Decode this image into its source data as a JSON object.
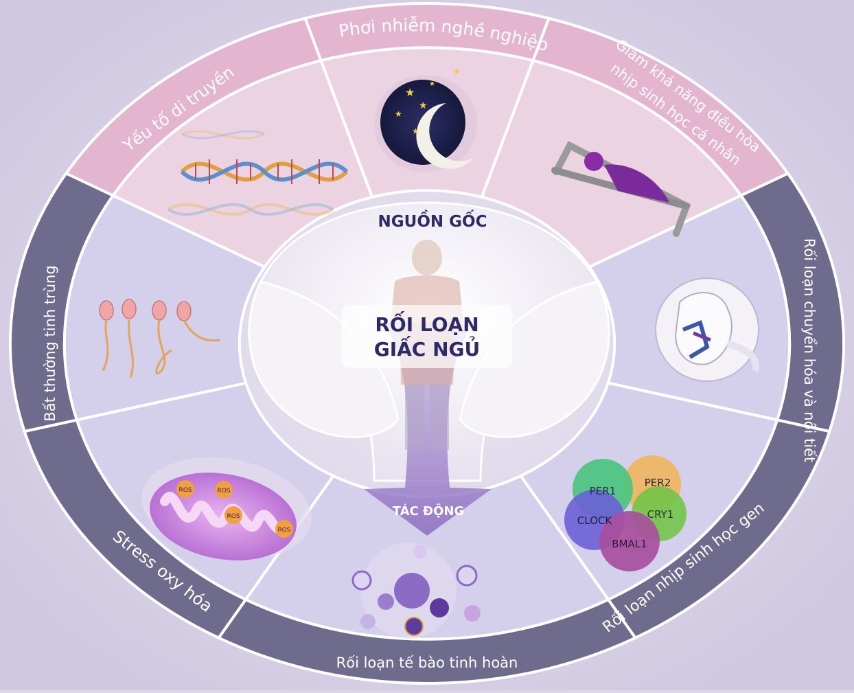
{
  "center": {
    "top_label": "NGUỒN GỐC",
    "title_line1": "RỐI LOẠN",
    "title_line2": "GIẤC NGỦ",
    "bottom_label": "TÁC ĐỘNG"
  },
  "segments": [
    {
      "id": "genetic",
      "label": "Yếu tố di truyền",
      "icon": "dna-icon"
    },
    {
      "id": "occupational",
      "label": "Phơi nhiễm nghề nghiệp",
      "icon": "moon-stars-icon"
    },
    {
      "id": "circadian-personal",
      "label_line1": "Giảm khả năng điều hòa",
      "label_line2": "nhịp sinh học cá nhân",
      "icon": "person-in-bed-icon"
    },
    {
      "id": "metabolic",
      "label": "Rối loạn chuyển hóa và nội tiết",
      "icon": "fetus-icon"
    },
    {
      "id": "clock-genes",
      "label": "Rối loạn nhịp sinh học gen",
      "icon": "gene-cluster-icon"
    },
    {
      "id": "testis-cells",
      "label": "Rối loạn tế bào tinh hoàn",
      "icon": "cells-icon"
    },
    {
      "id": "oxidative",
      "label": "Stress oxy hóa",
      "icon": "mitochondria-icon"
    },
    {
      "id": "sperm",
      "label": "Bất thường tinh trùng",
      "icon": "sperm-icon"
    }
  ],
  "genes": {
    "per1": "PER1",
    "per2": "PER2",
    "clock": "CLOCK",
    "cry1": "CRY1",
    "bmal1": "BMAL1"
  },
  "ros_label": "ROS",
  "colors": {
    "top_ring": "#e3b5cf",
    "top_inner": "#ecd3e1",
    "side_ring": "#6e6b8c",
    "side_inner": "#d4cfea",
    "center": "#efebf4",
    "title_text": "#2e2a66",
    "moon_bg": "#1c1f4c",
    "purple": "#7a2a9a"
  }
}
